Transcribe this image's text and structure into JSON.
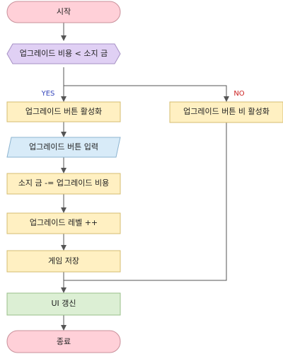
{
  "colors": {
    "terminal_fill": "#ffd0d8",
    "terminal_stroke": "#c8909a",
    "decision_fill": "#e0d0f4",
    "decision_stroke": "#a690c4",
    "process_fill": "#fff0c2",
    "process_stroke": "#d4bc70",
    "io_fill": "#d8ebf8",
    "io_stroke": "#8cb4d0",
    "update_fill": "#dcefd4",
    "update_stroke": "#98bf8a",
    "connector": "#555555",
    "yes_label": "#3344bb",
    "no_label": "#cc2222"
  },
  "nodes": {
    "start": "시작",
    "decision": "업그레이드 비용 < 소지 금",
    "enable_button": "업그레이드 버튼 활성화",
    "disable_button": "업그레이드 버튼 비 활성화",
    "button_input": "업그레이드 버튼 입력",
    "deduct_money": "소지 금 -= 업그레이드 비용",
    "level_up": "업그레이드 레벨 ++",
    "save_game": "게임 저장",
    "ui_update": "UI 갱신",
    "end": "종료"
  },
  "labels": {
    "yes": "YES",
    "no": "NO"
  }
}
